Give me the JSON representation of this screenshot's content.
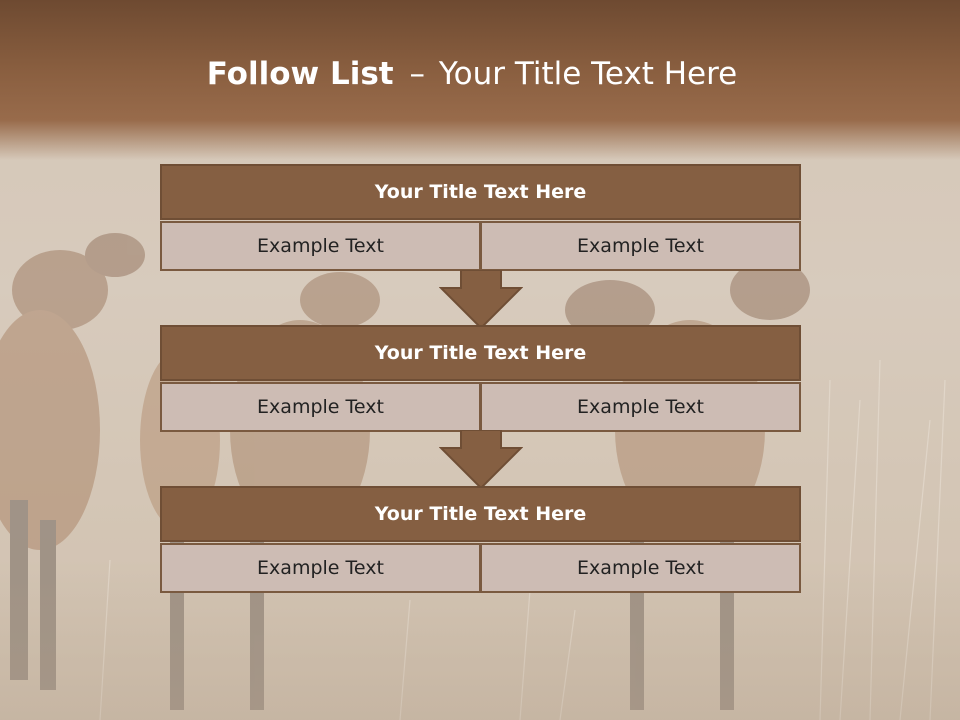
{
  "slide": {
    "title_bold": "Follow List",
    "title_dash": "–",
    "title_rest": "Your Title Text Here"
  },
  "blocks": [
    {
      "title": "Your Title Text Here",
      "left_text": "Example Text",
      "right_text": "Example Text"
    },
    {
      "title": "Your Title Text Here",
      "left_text": "Example Text",
      "right_text": "Example Text"
    },
    {
      "title": "Your Title Text Here",
      "left_text": "Example Text",
      "right_text": "Example Text"
    }
  ],
  "colors": {
    "banner": "#8a5f40",
    "header_box": "#855f42",
    "cell_box": "#cdbcb4",
    "arrow": "#855f42",
    "text_dark": "#222222",
    "text_light": "#ffffff"
  },
  "background_image": "savanna-antelope-herd-photo"
}
